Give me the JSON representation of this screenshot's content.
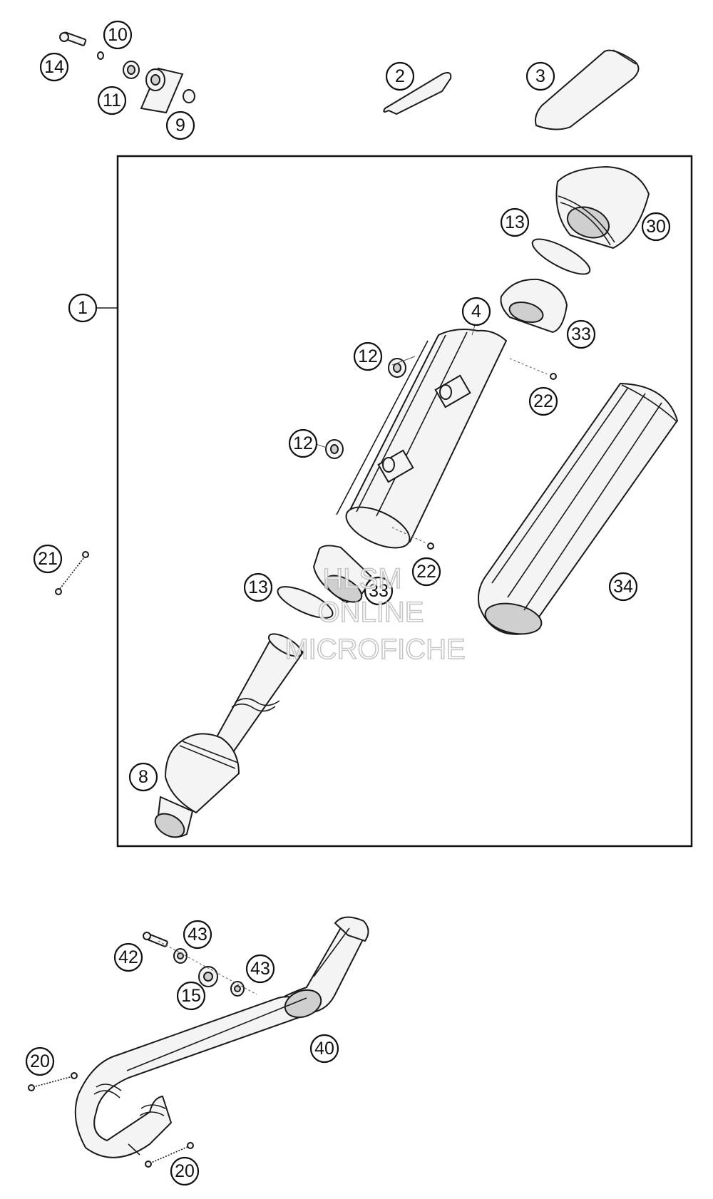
{
  "callouts": [
    {
      "id": "c14",
      "label": "14"
    },
    {
      "id": "c10",
      "label": "10"
    },
    {
      "id": "c11",
      "label": "11"
    },
    {
      "id": "c9",
      "label": "9"
    },
    {
      "id": "c2",
      "label": "2"
    },
    {
      "id": "c3",
      "label": "3"
    },
    {
      "id": "c1",
      "label": "1"
    },
    {
      "id": "c13a",
      "label": "13"
    },
    {
      "id": "c30",
      "label": "30"
    },
    {
      "id": "c33a",
      "label": "33"
    },
    {
      "id": "c4",
      "label": "4"
    },
    {
      "id": "c12a",
      "label": "12"
    },
    {
      "id": "c22a",
      "label": "22"
    },
    {
      "id": "c12b",
      "label": "12"
    },
    {
      "id": "c22b",
      "label": "22"
    },
    {
      "id": "c13b",
      "label": "13"
    },
    {
      "id": "c33b",
      "label": "33"
    },
    {
      "id": "c34",
      "label": "34"
    },
    {
      "id": "c21",
      "label": "21"
    },
    {
      "id": "c8",
      "label": "8"
    },
    {
      "id": "c43a",
      "label": "43"
    },
    {
      "id": "c42",
      "label": "42"
    },
    {
      "id": "c43b",
      "label": "43"
    },
    {
      "id": "c15",
      "label": "15"
    },
    {
      "id": "c40",
      "label": "40"
    },
    {
      "id": "c20a",
      "label": "20"
    },
    {
      "id": "c20b",
      "label": "20"
    }
  ],
  "watermark": {
    "line1": "HLSM",
    "line2": "ONLINE",
    "line3": "MICROFICHE"
  }
}
